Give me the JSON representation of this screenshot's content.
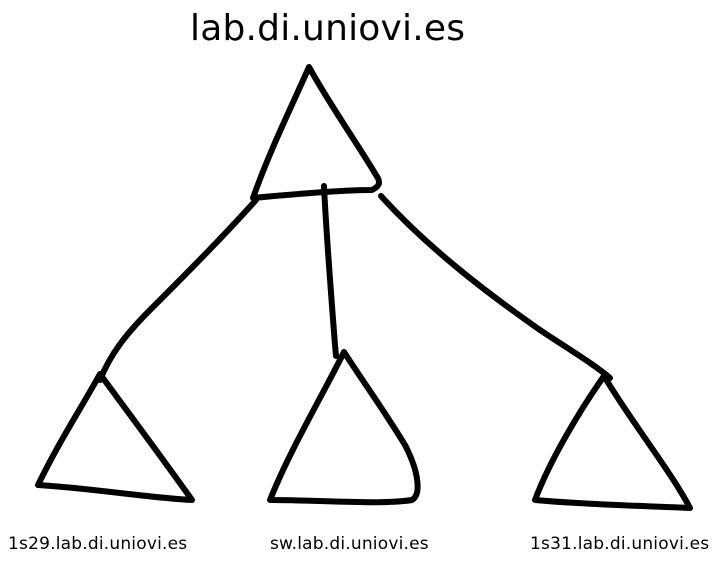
{
  "diagram": {
    "root": {
      "label": "lab.di.uniovi.es"
    },
    "children": [
      {
        "label": "1s29.lab.di.uniovi.es"
      },
      {
        "label": "sw.lab.di.uniovi.es"
      },
      {
        "label": "1s31.lab.di.uniovi.es"
      }
    ],
    "stroke_color": "#000000",
    "background_color": "#ffffff"
  }
}
